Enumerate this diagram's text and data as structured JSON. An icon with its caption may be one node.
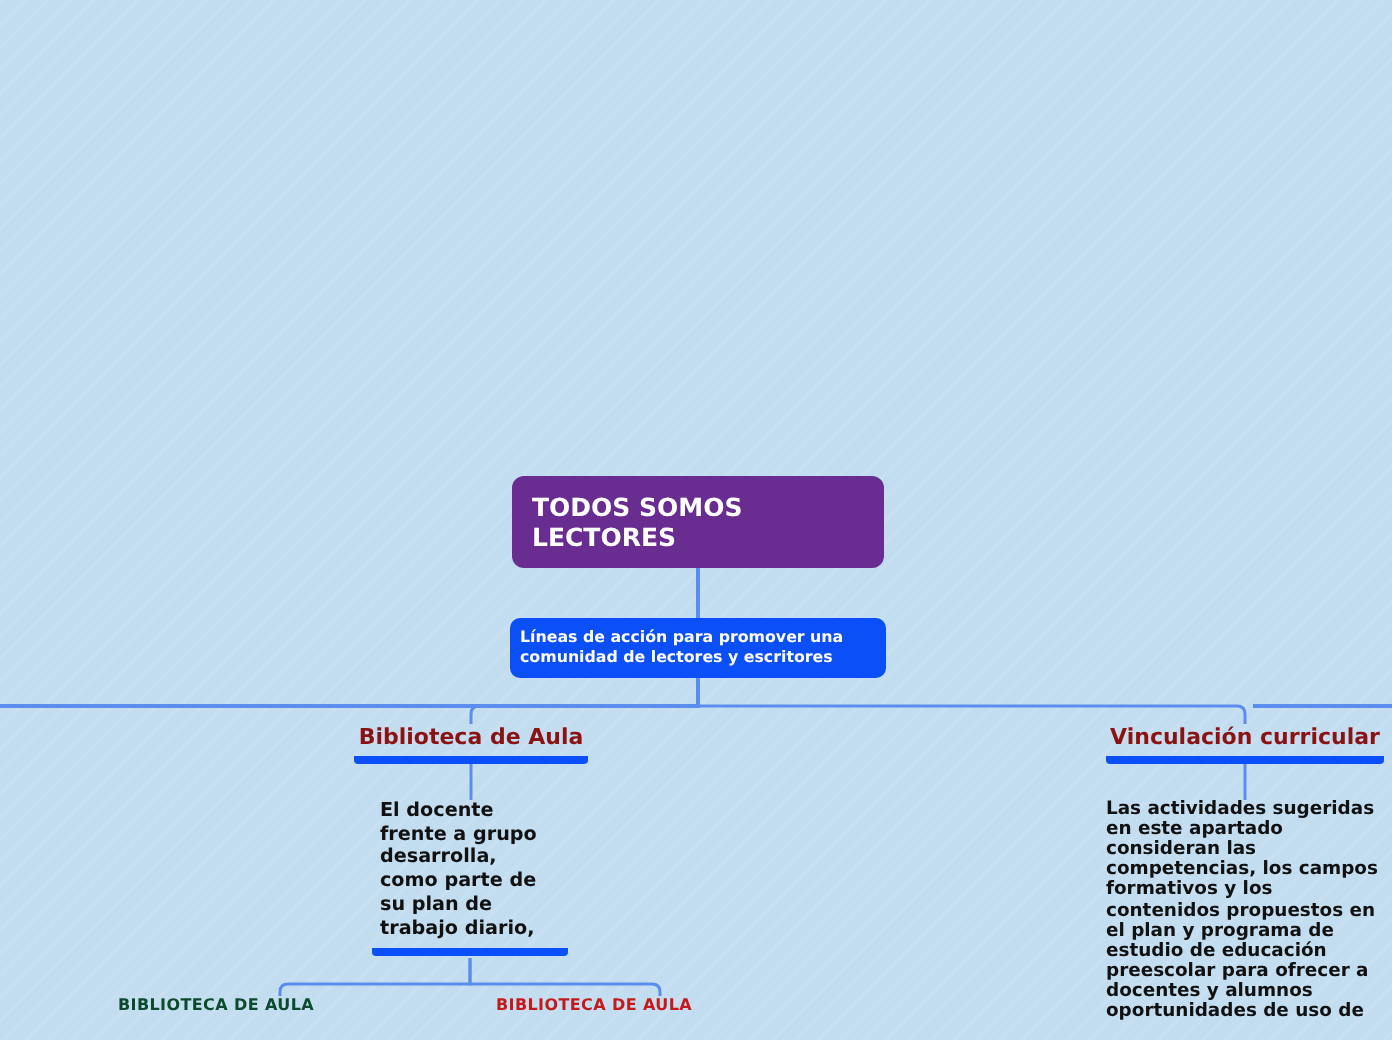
{
  "diagram": {
    "nodes": [
      {
        "text": [
          "TODOS SOMOS LECTORES"
        ]
      },
      {
        "text": [
          "Líneas de acción para promover una comunidad de lectores y escritores"
        ]
      },
      {
        "text": [
          "Biblioteca de Aula"
        ]
      },
      {
        "text": [
          "El docente frente a grupo desarrolla, como parte de su plan de trabajo diario,"
        ]
      },
      {
        "text": [
          "BIBLIOTECA DE AULA"
        ]
      },
      {
        "text": [
          "BIBLIOTECA DE AULA"
        ]
      },
      {
        "text": [
          "Vinculación curricular"
        ]
      },
      {
        "text": [
          "Las actividades sugeridas en este apartado consideran las competencias, los campos formativos y los contenidos propuestos en el plan y programa de estudio de educación preescolar para ofrecer a docentes y alumnos oportunidades de uso de"
        ]
      }
    ],
    "edges": [
      {
        "from": 0,
        "to": 1,
        "arrow": "none"
      },
      {
        "from": 1,
        "to": 2,
        "arrow": "none"
      },
      {
        "from": 1,
        "to": 6,
        "arrow": "none"
      },
      {
        "from": 1,
        "to": null,
        "arrow": "none"
      },
      {
        "from": 2,
        "to": 3,
        "arrow": "none"
      },
      {
        "from": 3,
        "to": 4,
        "arrow": "none"
      },
      {
        "from": 3,
        "to": 5,
        "arrow": "none"
      },
      {
        "from": 6,
        "to": 7,
        "arrow": "none"
      }
    ]
  }
}
